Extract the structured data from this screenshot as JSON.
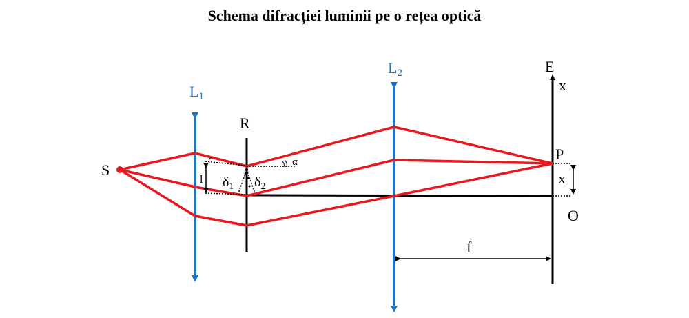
{
  "title": "Schema difracției luminii pe o rețea optică",
  "labels": {
    "source": "S",
    "lens1": "L",
    "lens1_sub": "1",
    "lens2": "L",
    "lens2_sub": "2",
    "grating": "R",
    "screen": "E",
    "screen_axis": "x",
    "point": "P",
    "origin": "O",
    "offset": "x",
    "focal": "f",
    "angle": "α",
    "spacing": "l",
    "delta1": "δ",
    "delta1_sub": "1",
    "delta2": "δ",
    "delta2_sub": "2"
  },
  "colors": {
    "ray": "#e8191e",
    "lens": "#1f75bd",
    "line": "#000000"
  }
}
